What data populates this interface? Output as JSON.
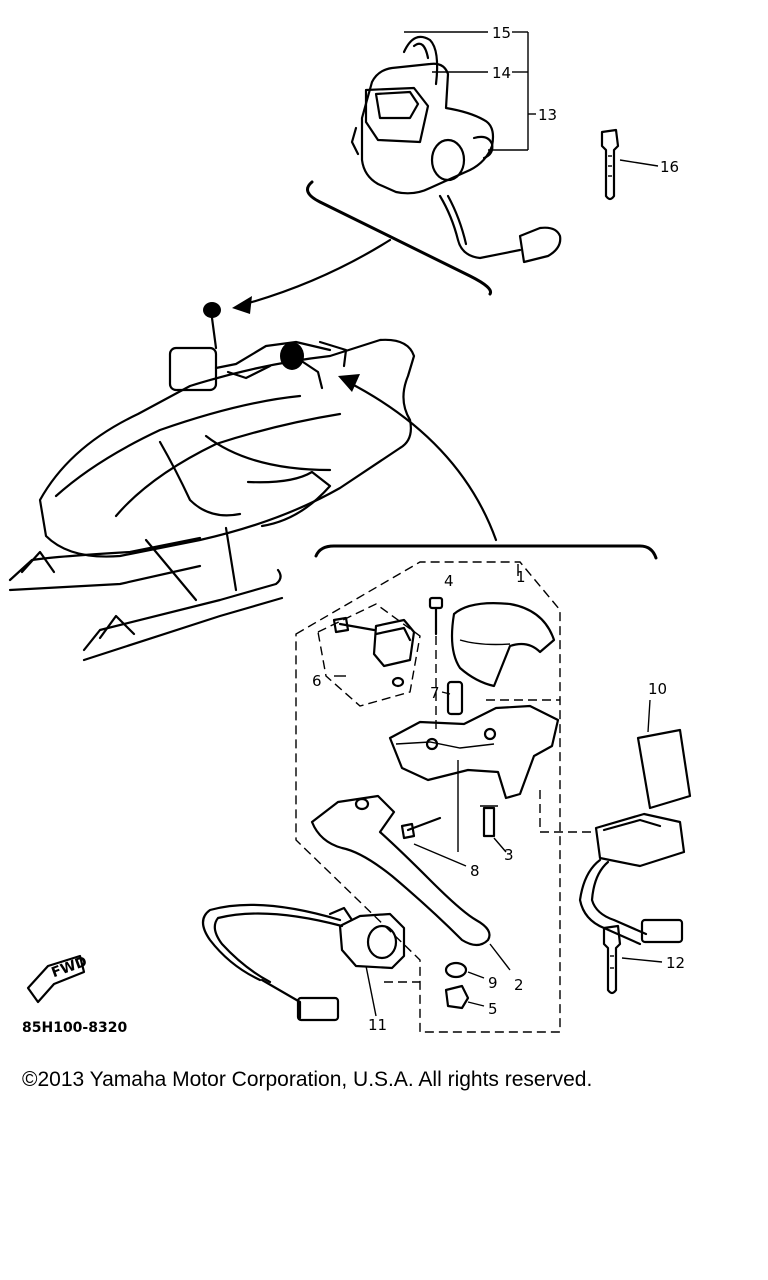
{
  "diagram": {
    "part_numbers": [
      "1",
      "2",
      "3",
      "4",
      "5",
      "6",
      "7",
      "8",
      "9",
      "10",
      "11",
      "12",
      "13",
      "14",
      "15",
      "16"
    ],
    "drawing_code": "85H100-8320",
    "fwd_badge": "FWD"
  },
  "footer": {
    "copyright": "©2013 Yamaha Motor Corporation, U.S.A. All rights reserved."
  }
}
